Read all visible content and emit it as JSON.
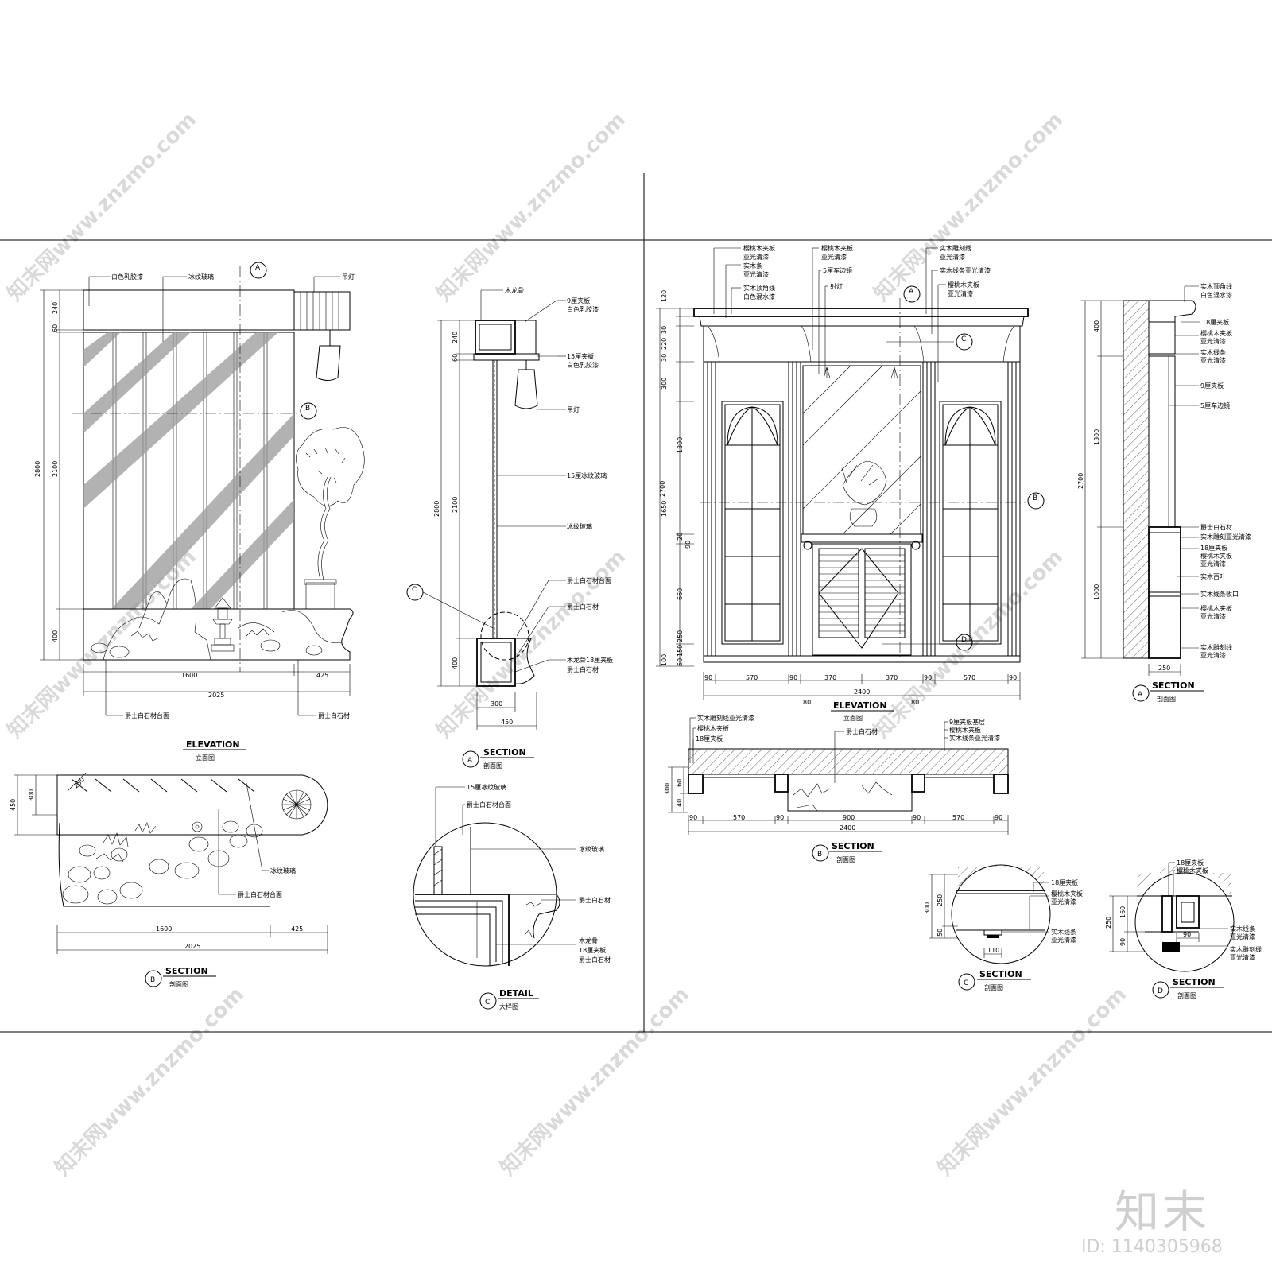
{
  "watermark": {
    "text": "知末网www.znzmo.com",
    "logo": "知末",
    "id_text": "ID: 1140305968"
  },
  "left_sheet": {
    "elevation": {
      "title": "ELEVATION",
      "subtitle": "立面图",
      "labels": {
        "paint": "白色乳胶漆",
        "glass": "冰纹玻璃",
        "lamp": "吊灯",
        "marble_top": "爵士白石材台面",
        "marble": "爵士白石材"
      },
      "dims": {
        "h_total": "2800",
        "h_top": "240",
        "h_gap": "60",
        "h_mid": "2100",
        "h_base": "400",
        "w_main": "1600",
        "w_side": "425",
        "w_total": "2025"
      },
      "markers": {
        "a": "A",
        "b": "B"
      }
    },
    "section_a": {
      "title": "SECTION",
      "subtitle": "剖面图",
      "marker": "A",
      "labels": {
        "keel": "木龙骨",
        "ply9": "9厘夹板",
        "paint": "白色乳胶漆",
        "ply15": "15厘夹板",
        "lamp": "吊灯",
        "glass15": "15厘冰纹玻璃",
        "glass": "冰纹玻璃",
        "marble_top": "爵士白石材台面",
        "marble": "爵士白石材",
        "keel_ply": "木龙骨18厘夹板",
        "marble2": "爵士白石材"
      },
      "dims": {
        "h_total": "2800",
        "h_top": "240",
        "h_gap": "60",
        "h_mid": "2100",
        "h_base": "400",
        "w1": "300",
        "w2": "450"
      },
      "marker_c": "C"
    },
    "section_b": {
      "title": "SECTION",
      "subtitle": "剖面图",
      "marker": "B",
      "labels": {
        "glass": "冰纹玻璃",
        "marble_top": "爵士白石材台面"
      },
      "dims": {
        "d_total": "450",
        "d_top": "300",
        "d_diag": "250",
        "w_main": "1600",
        "w_side": "425",
        "w_total": "2025"
      }
    },
    "detail_c": {
      "title": "DETAIL",
      "subtitle": "大样图",
      "marker": "C",
      "labels": {
        "glass15": "15厘冰纹玻璃",
        "marble_top": "爵士白石材台面",
        "glass": "冰纹玻璃",
        "marble": "爵士白石材",
        "keel": "木龙骨",
        "ply18": "18厘夹板",
        "marble2": "爵士白石材"
      }
    }
  },
  "right_sheet": {
    "elevation": {
      "title": "ELEVATION",
      "subtitle": "立面图",
      "labels": {
        "l1a": "樱桃木夹板",
        "l1b": "亚光清漆",
        "l2a": "实木条",
        "l2b": "亚光清漆",
        "l3a": "实木顶角线",
        "l3b": "白色混水漆",
        "l4a": "樱桃木夹板",
        "l4b": "亚光清漆",
        "l5": "5厘车边镜",
        "l6": "射灯",
        "l7a": "实木雕刻线",
        "l7b": "亚光清漆",
        "l8": "实木线条亚光清漆",
        "l9a": "樱桃木夹板",
        "l9b": "亚光清漆"
      },
      "dims_v": [
        "120",
        "30",
        "220",
        "30",
        "300",
        "1300",
        "1650",
        "20",
        "90",
        "660",
        "250",
        "150",
        "50",
        "100"
      ],
      "dim_total": "2700",
      "dims_h": [
        "90",
        "570",
        "90",
        "370",
        "370",
        "90",
        "570",
        "90"
      ],
      "w_total": "2400",
      "w_side_l": "80",
      "w_side_r": "80",
      "markers": {
        "a": "A",
        "b": "B",
        "c": "C",
        "d": "D"
      }
    },
    "section_b": {
      "title": "SECTION",
      "subtitle": "剖面图",
      "marker": "B",
      "labels": {
        "l1": "实木雕刻线亚光清漆",
        "l2": "樱桃木夹板",
        "l3": "18厘夹板",
        "l4": "爵士白石材",
        "l5": "9厘夹板基层",
        "l6": "樱桃木夹板",
        "l7": "实木线条亚光清漆"
      },
      "dims_v": [
        "300",
        "140",
        "160"
      ],
      "dims_h": [
        "90",
        "570",
        "90",
        "900",
        "90",
        "570",
        "90"
      ],
      "w_total": "2400"
    },
    "section_a": {
      "title": "SECTION",
      "subtitle": "剖面图",
      "marker": "A",
      "labels": {
        "l1": "实木顶角线",
        "l2": "白色混水漆",
        "l3": "18厘夹板",
        "l4": "樱桃木夹板",
        "l5": "亚光清漆",
        "l6": "实木线条",
        "l7": "亚光清漆",
        "l8": "9厘夹板",
        "l9": "5厘车边镜",
        "l10": "爵士白石材",
        "l11": "实木雕刻亚光清漆",
        "l12": "18厘夹板",
        "l13": "樱桃木夹板",
        "l14": "亚光清漆",
        "l15": "实木百叶",
        "l16": "实木线条收口",
        "l17": "樱桃木夹板",
        "l18": "亚光清漆",
        "l19": "实木雕刻线",
        "l20": "亚光清漆"
      },
      "dims_v": [
        "400",
        "1300",
        "1000"
      ],
      "dim_total": "2700",
      "w": "250"
    },
    "section_c": {
      "title": "SECTION",
      "subtitle": "剖面图",
      "marker": "C",
      "labels": {
        "l1": "18厘夹板",
        "l2": "樱桃木夹板",
        "l3": "亚光清漆",
        "l4": "实木线条",
        "l5": "亚光清漆"
      },
      "dims": {
        "h_total": "300",
        "h1": "250",
        "h2": "50",
        "w": "110"
      }
    },
    "section_d": {
      "title": "SECTION",
      "subtitle": "剖面图",
      "marker": "D",
      "labels": {
        "l1": "18厘夹板",
        "l2": "樱桃木夹板",
        "l3": "实木线条",
        "l4": "亚光清漆",
        "l5": "实木雕刻线",
        "l6": "亚光清漆"
      },
      "dims": {
        "h_total": "250",
        "h1": "160",
        "h2": "90",
        "w": "90"
      }
    }
  }
}
